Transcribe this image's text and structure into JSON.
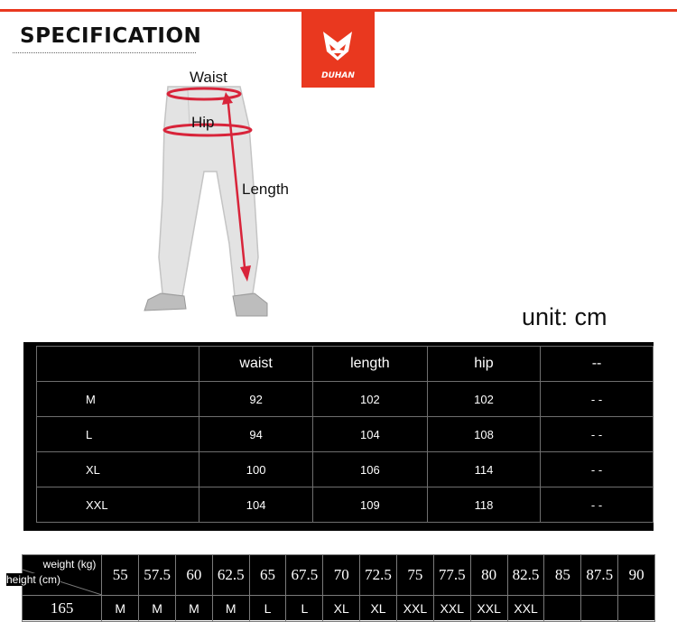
{
  "header": {
    "title": "SPECIFICATION",
    "accent_color": "#e9381f",
    "logo_text": "DUHAN"
  },
  "figure": {
    "waist_label": "Waist",
    "hip_label": "Hip",
    "length_label": "Length"
  },
  "unit_label": "unit:  cm",
  "size_table": {
    "headers": [
      "",
      "waist",
      "length",
      "hip",
      "--"
    ],
    "rows": [
      [
        "M",
        "92",
        "102",
        "102",
        "- -"
      ],
      [
        "L",
        "94",
        "104",
        "108",
        "- -"
      ],
      [
        "XL",
        "100",
        "106",
        "114",
        "- -"
      ],
      [
        "XXL",
        "104",
        "109",
        "118",
        "- -"
      ]
    ]
  },
  "weight_table": {
    "weight_label": "weight (kg)",
    "height_label": "height  (cm)",
    "weights": [
      "55",
      "57.5",
      "60",
      "62.5",
      "65",
      "67.5",
      "70",
      "72.5",
      "75",
      "77.5",
      "80",
      "82.5",
      "85",
      "87.5",
      "90"
    ],
    "height": "165",
    "sizes": [
      "M",
      "M",
      "M",
      "M",
      "L",
      "L",
      "XL",
      "XL",
      "XXL",
      "XXL",
      "XXL",
      "XXL",
      "",
      "",
      ""
    ]
  }
}
